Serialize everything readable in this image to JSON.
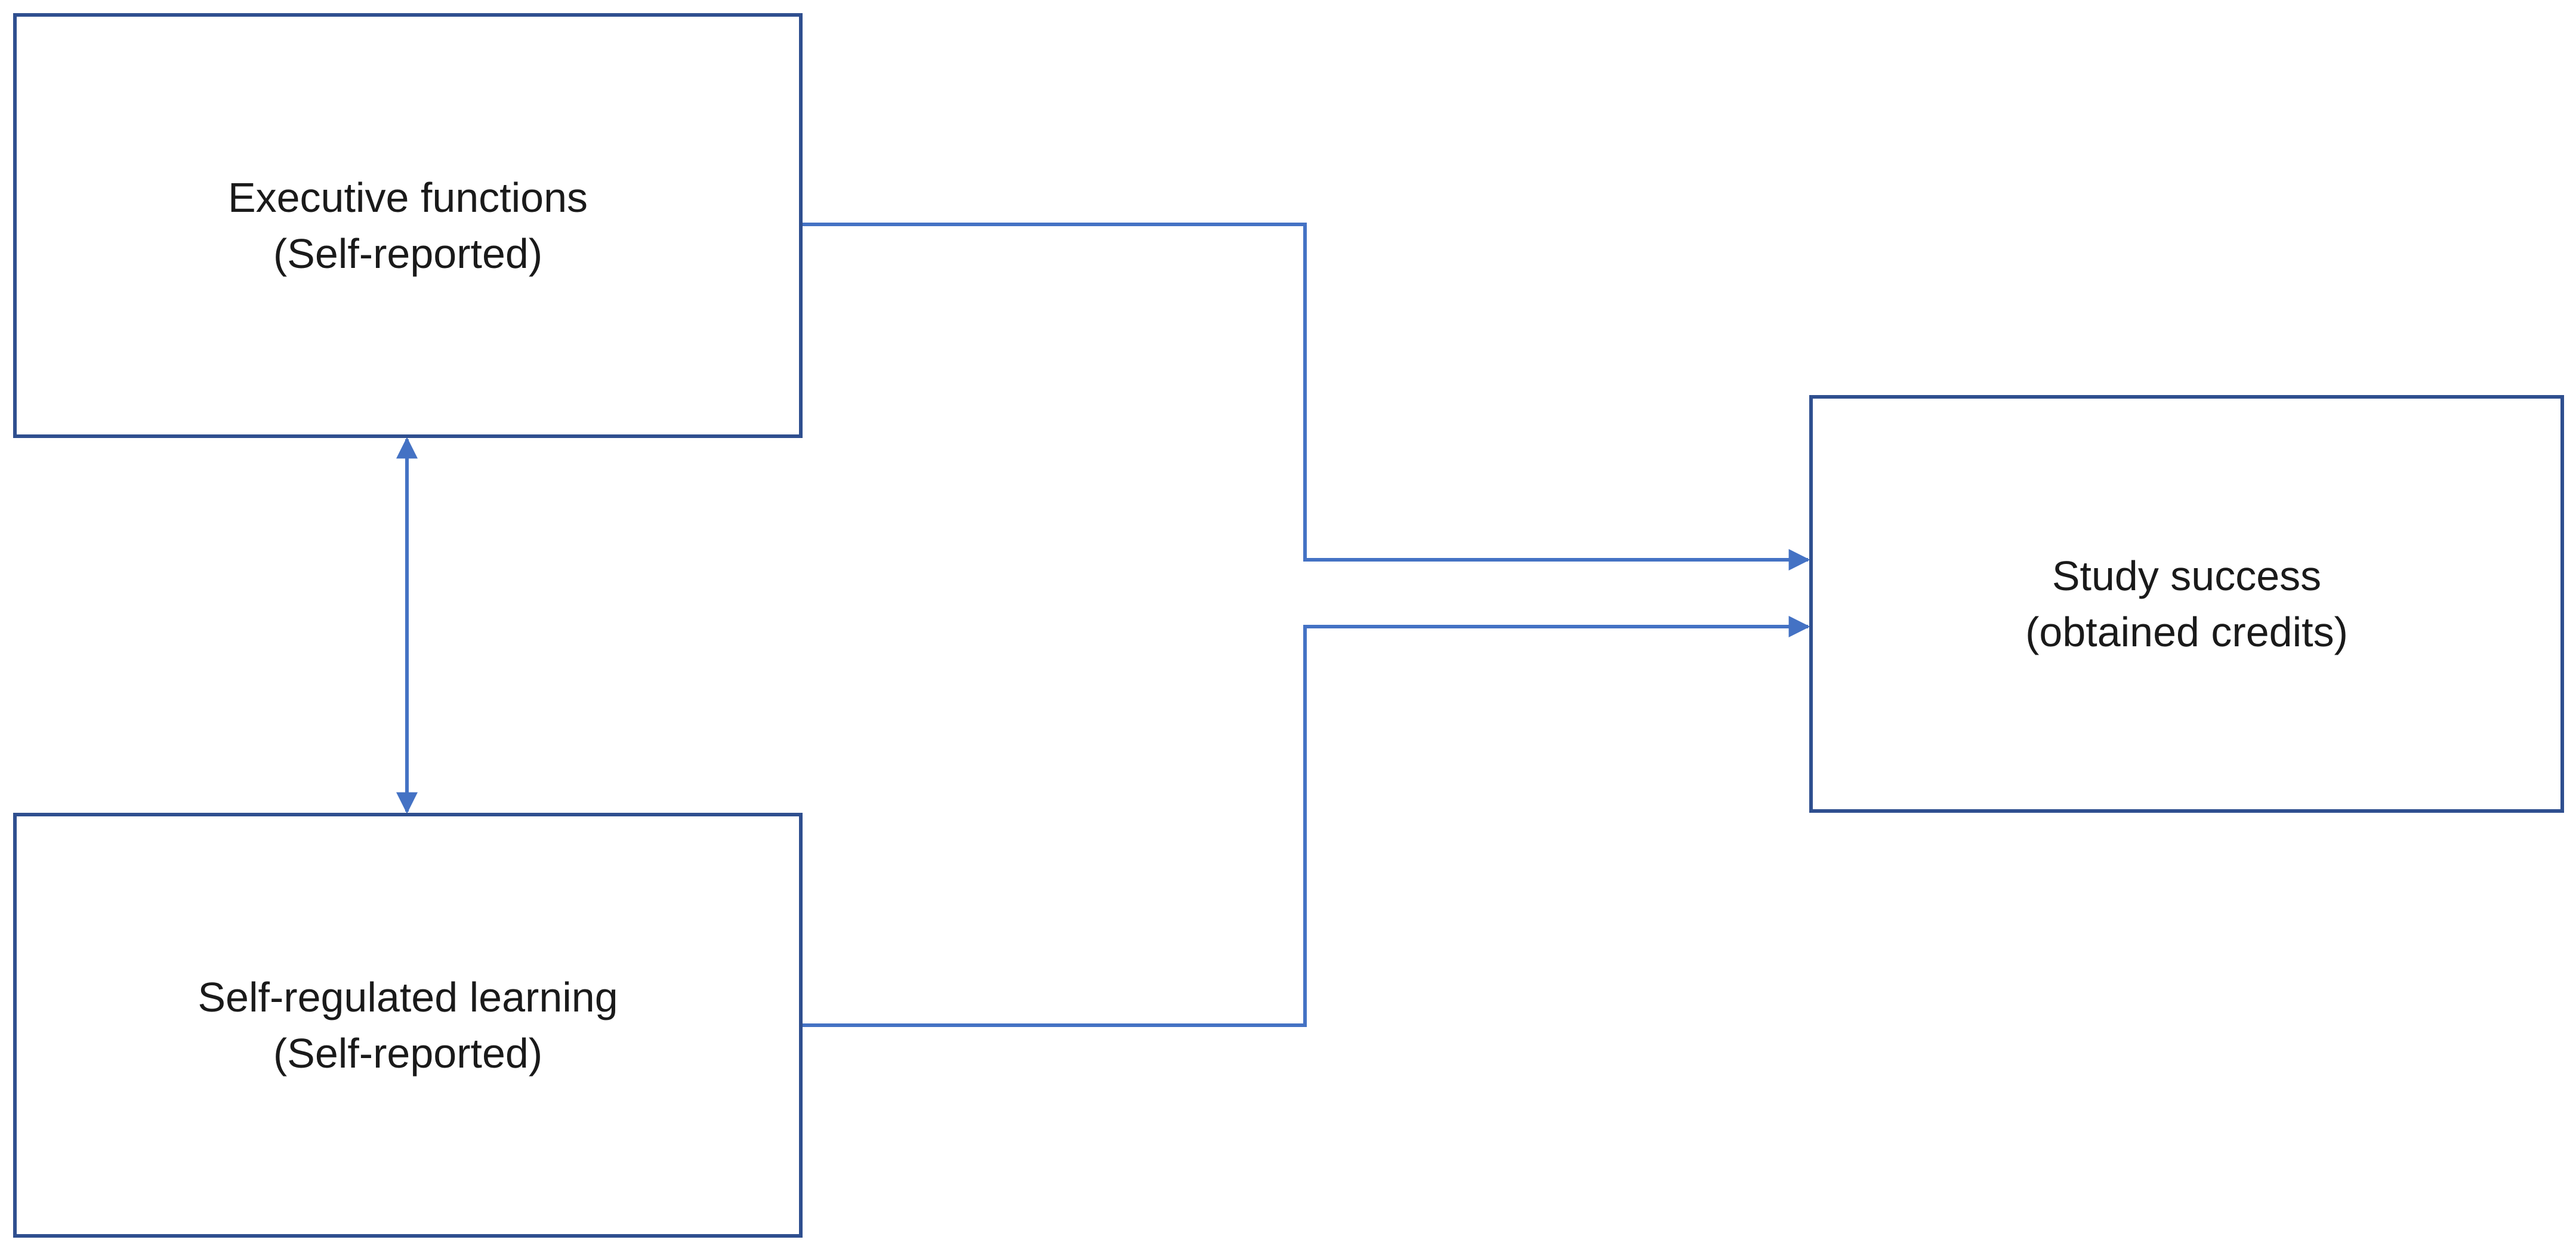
{
  "colors": {
    "box_border": "#2F4F8F",
    "connector": "#4472C4",
    "background": "#FFFFFF"
  },
  "nodes": {
    "executive_functions": {
      "line1": "Executive functions",
      "line2": "(Self-reported)"
    },
    "self_regulated_learning": {
      "line1": "Self-regulated learning",
      "line2": "(Self-reported)"
    },
    "study_success": {
      "line1": "Study success",
      "line2": "(obtained credits)"
    }
  },
  "edges": [
    {
      "from": "executive_functions",
      "to": "study_success",
      "type": "elbow-arrow"
    },
    {
      "from": "self_regulated_learning",
      "to": "study_success",
      "type": "elbow-arrow"
    },
    {
      "from": "executive_functions",
      "to": "self_regulated_learning",
      "type": "bidirectional-arrow"
    }
  ]
}
